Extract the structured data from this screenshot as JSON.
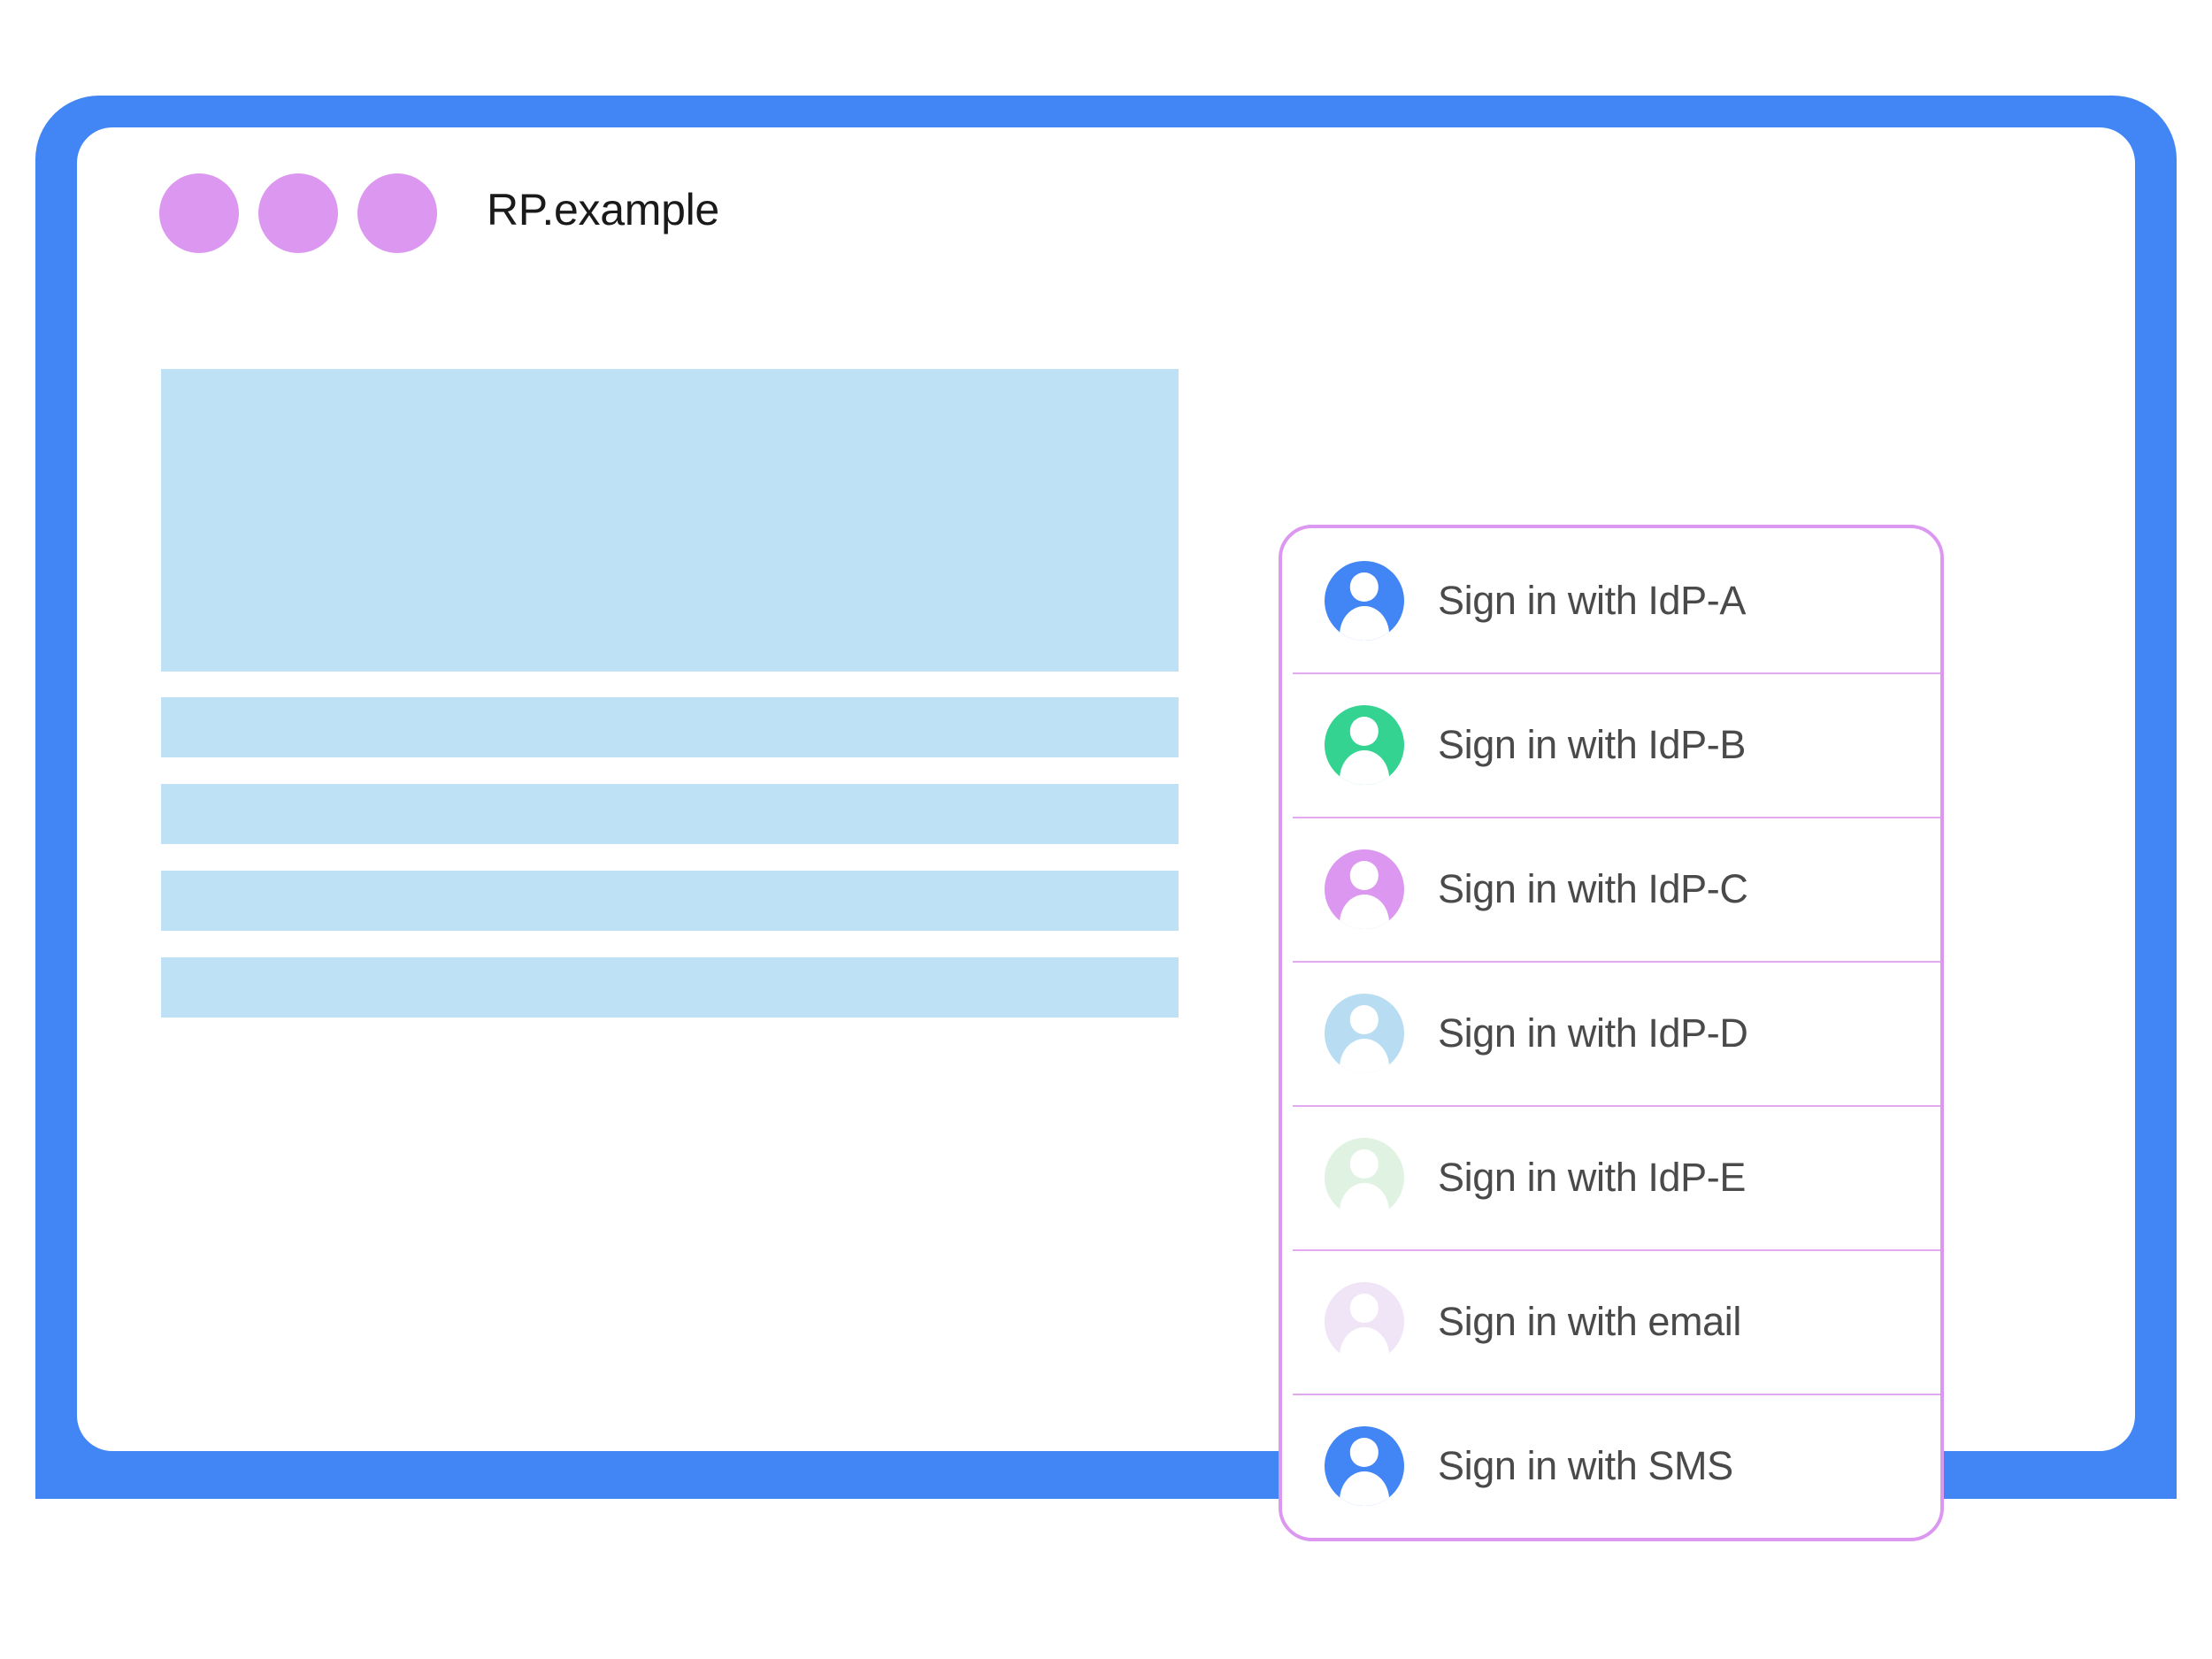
{
  "window": {
    "title": "RP.example",
    "frame_color": "#4285f4",
    "screen_background": "#ffffff",
    "titlebar_dots": [
      {
        "name": "window-dot-1",
        "color": "#dc97f0"
      },
      {
        "name": "window-dot-2",
        "color": "#dc97f0"
      },
      {
        "name": "window-dot-3",
        "color": "#dc97f0"
      }
    ],
    "home_button": "home-button"
  },
  "content": {
    "placeholder_color": "#bfe1f5",
    "blocks": [
      {
        "name": "content-placeholder-hero",
        "kind": "hero"
      },
      {
        "name": "content-placeholder-bar-1",
        "kind": "bar"
      },
      {
        "name": "content-placeholder-bar-2",
        "kind": "bar"
      },
      {
        "name": "content-placeholder-bar-3",
        "kind": "bar"
      },
      {
        "name": "content-placeholder-bar-4",
        "kind": "bar"
      }
    ]
  },
  "signin_panel": {
    "border_color": "#dc97f0",
    "divider_color": "#e3aaf2",
    "label_color": "#4a4a4a",
    "options": [
      {
        "label": "Sign in with IdP-A",
        "icon": "avatar-icon",
        "avatar_color": "#4285f4"
      },
      {
        "label": "Sign in with IdP-B",
        "icon": "avatar-icon",
        "avatar_color": "#34d392"
      },
      {
        "label": "Sign in with IdP-C",
        "icon": "avatar-icon",
        "avatar_color": "#dc97f0"
      },
      {
        "label": "Sign in with IdP-D",
        "icon": "avatar-icon",
        "avatar_color": "#b8ddf2"
      },
      {
        "label": "Sign in with IdP-E",
        "icon": "avatar-icon",
        "avatar_color": "#e0f2e2"
      },
      {
        "label": "Sign in with email",
        "icon": "avatar-icon",
        "avatar_color": "#f0e4f7"
      },
      {
        "label": "Sign in with SMS",
        "icon": "avatar-icon",
        "avatar_color": "#4285f4"
      }
    ]
  }
}
